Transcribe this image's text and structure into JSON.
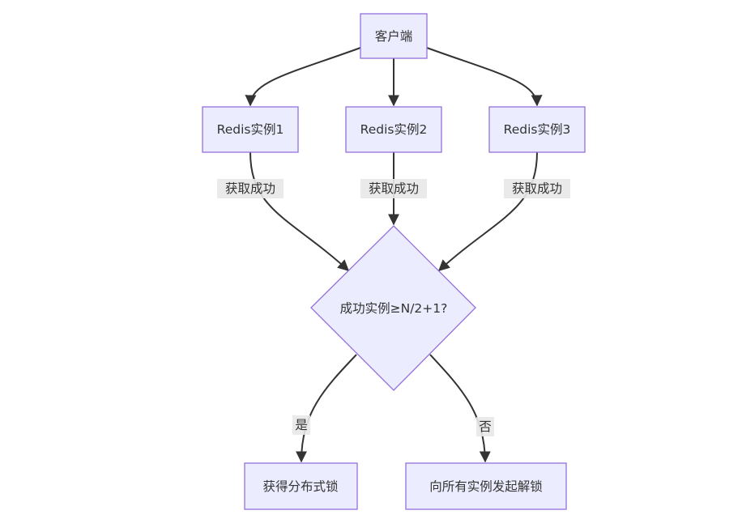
{
  "nodes": {
    "client": "客户端",
    "redis1": "Redis实例1",
    "redis2": "Redis实例2",
    "redis3": "Redis实例3",
    "decision": "成功实例≥N/2+1?",
    "acquired": "获得分布式锁",
    "unlock": "向所有实例发起解锁"
  },
  "edge_labels": {
    "success1": "获取成功",
    "success2": "获取成功",
    "success3": "获取成功",
    "yes": "是",
    "no": "否"
  },
  "colors": {
    "node_fill": "#ececff",
    "node_stroke": "#9370db",
    "edge": "#333333",
    "label_bg": "#e8e8e8"
  }
}
